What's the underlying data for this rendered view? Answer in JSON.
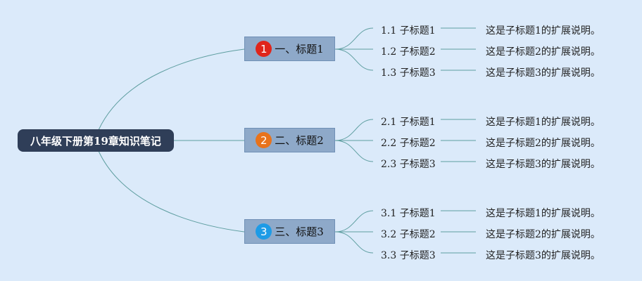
{
  "root": {
    "label": "八年级下册第19章知识笔记"
  },
  "colors": {
    "background": "#dbeafa",
    "root_fill": "#2f3e58",
    "branch_fill": "#8ea9c9",
    "line": "#5e9ea0"
  },
  "branches": [
    {
      "badge": "1",
      "badge_color": "#e0251b",
      "label": "一、标题1",
      "children": [
        {
          "label": "1.1 子标题1",
          "detail": "这是子标题1的扩展说明。"
        },
        {
          "label": "1.2 子标题2",
          "detail": "这是子标题2的扩展说明。"
        },
        {
          "label": "1.3 子标题3",
          "detail": "这是子标题3的扩展说明。"
        }
      ]
    },
    {
      "badge": "2",
      "badge_color": "#e8731c",
      "label": "二、标题2",
      "children": [
        {
          "label": "2.1 子标题1",
          "detail": "这是子标题1的扩展说明。"
        },
        {
          "label": "2.2 子标题2",
          "detail": "这是子标题2的扩展说明。"
        },
        {
          "label": "2.3 子标题3",
          "detail": "这是子标题3的扩展说明。"
        }
      ]
    },
    {
      "badge": "3",
      "badge_color": "#1d9be6",
      "label": "三、标题3",
      "children": [
        {
          "label": "3.1 子标题1",
          "detail": "这是子标题1的扩展说明。"
        },
        {
          "label": "3.2 子标题2",
          "detail": "这是子标题2的扩展说明。"
        },
        {
          "label": "3.3 子标题3",
          "detail": "这是子标题3的扩展说明。"
        }
      ]
    }
  ]
}
